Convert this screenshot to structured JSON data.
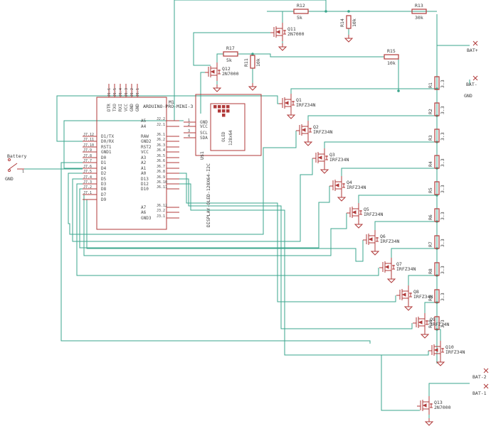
{
  "colors": {
    "wire": "#3aa58c",
    "part": "#b03a3a",
    "text": "#3a3a3a",
    "background": "#ffffff"
  },
  "arduino": {
    "ref": "M1",
    "value": "ARDUINO-PRO-MINI-3",
    "top_pins": [
      "DTR",
      "TXO",
      "RXI",
      "VCC",
      "GND",
      "GND"
    ],
    "top_pads": [
      "J1.6",
      "J1.5",
      "J1.4",
      "J1.3",
      "J1.2",
      "J1.1"
    ],
    "left_pins": [
      "D1/TX",
      "D0/RX",
      "RST1",
      "GND1",
      "D0",
      "D1",
      "D4",
      "D2",
      "D5",
      "D3",
      "D8",
      "D7",
      "D9"
    ],
    "left_pads": [
      "J7.12",
      "J7.11",
      "J7.10",
      "J7.9",
      "J7.8",
      "J7.7",
      "J7.6",
      "J7.5",
      "J7.4",
      "J7.3",
      "J7.2",
      "J7.1"
    ],
    "right_pins": [
      "A5",
      "A4",
      "RAW",
      "GND2",
      "RST2",
      "VCC",
      "A3",
      "A2",
      "A1",
      "A0",
      "D13",
      "D12",
      "D10",
      "A7",
      "A6",
      "GND3"
    ],
    "right_pads": [
      "J2.2",
      "J2.1",
      "J6.1",
      "J6.2",
      "J6.3",
      "J6.4",
      "J6.5",
      "J6.6",
      "J6.7",
      "J6.8",
      "J6.9",
      "J6.10",
      "J6.11",
      "J6.12",
      "J3.2",
      "J3.1"
    ]
  },
  "oled": {
    "ref": "U$1",
    "value": "DISPLAY-OLED-128X64-I2C",
    "pins": [
      "GND",
      "VCC",
      "SCL",
      "SDA"
    ],
    "pin_numbers": [
      "1",
      "2",
      "3",
      "4"
    ],
    "inner_labels": [
      "OLED",
      "128x64"
    ]
  },
  "battery": {
    "label": "Battery",
    "gnd": "GND",
    "pad": "1"
  },
  "connectors": {
    "bat_plus": "BAT+",
    "bat_minus": "BAT-",
    "gnd": "GND",
    "bat2": "BAT-2",
    "bat1": "BAT-1"
  },
  "mosfets": [
    {
      "ref": "Q1",
      "value": "IRFZ34N"
    },
    {
      "ref": "Q2",
      "value": "IRFZ34N"
    },
    {
      "ref": "Q3",
      "value": "IRFZ34N"
    },
    {
      "ref": "Q4",
      "value": "IRFZ34N"
    },
    {
      "ref": "Q5",
      "value": "IRFZ34N"
    },
    {
      "ref": "Q6",
      "value": "IRFZ34N"
    },
    {
      "ref": "Q7",
      "value": "IRFZ34N"
    },
    {
      "ref": "Q8",
      "value": "IRFZ34N"
    },
    {
      "ref": "Q9",
      "value": "IRFZ34N"
    },
    {
      "ref": "Q10",
      "value": "IRFZ34N"
    },
    {
      "ref": "Q11",
      "value": "2N7000"
    },
    {
      "ref": "Q12",
      "value": "2N7000"
    },
    {
      "ref": "Q13",
      "value": "2N7000"
    }
  ],
  "load_resistors": [
    {
      "ref": "R1",
      "value": "3.3"
    },
    {
      "ref": "R2",
      "value": "3.3"
    },
    {
      "ref": "R3",
      "value": "3.3"
    },
    {
      "ref": "R4",
      "value": "3.3"
    },
    {
      "ref": "R5",
      "value": "3.3"
    },
    {
      "ref": "R6",
      "value": "3.3"
    },
    {
      "ref": "R7",
      "value": "3.3"
    },
    {
      "ref": "R8",
      "value": "3.3"
    },
    {
      "ref": "R9",
      "value": "3.3"
    },
    {
      "ref": "R10",
      "value": "3.3"
    }
  ],
  "resistors": {
    "r12": {
      "ref": "R12",
      "value": "5k"
    },
    "r14": {
      "ref": "R14",
      "value": "10k"
    },
    "r13": {
      "ref": "R13",
      "value": "30k"
    },
    "r17": {
      "ref": "R17",
      "value": "5k"
    },
    "r11": {
      "ref": "R11",
      "value": "10k"
    },
    "r15": {
      "ref": "R15",
      "value": "10k"
    }
  }
}
